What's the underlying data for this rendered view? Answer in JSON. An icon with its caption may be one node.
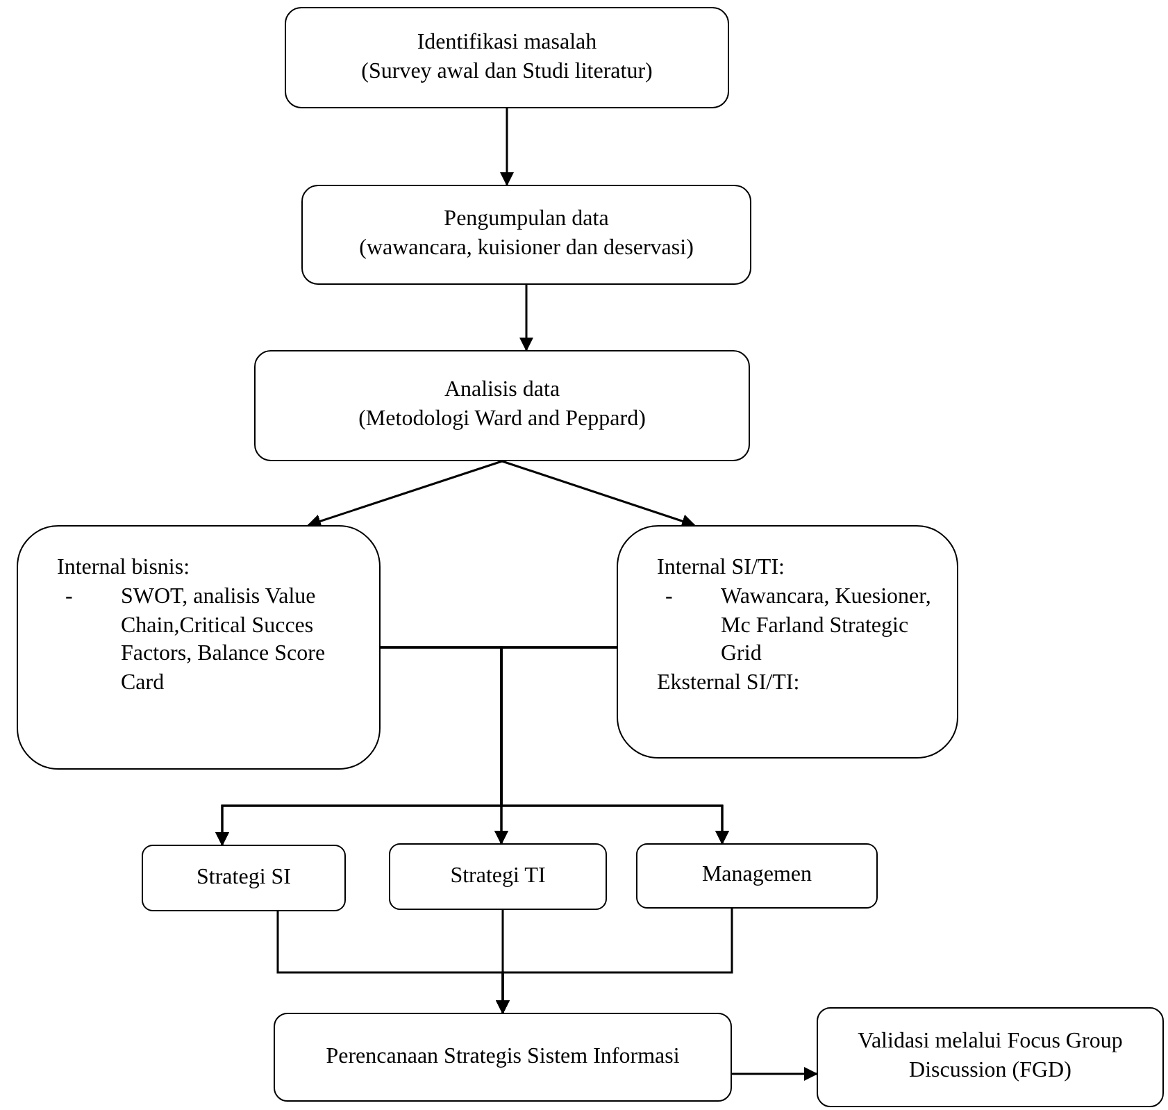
{
  "diagram": {
    "nodes": [
      {
        "text": [
          "Identifikasi masalah",
          "(Survey awal dan Studi literatur)"
        ]
      },
      {
        "text": [
          "Pengumpulan data",
          "(wawancara,  kuisioner dan deservasi)"
        ]
      },
      {
        "text": [
          "Analisis data",
          "(Metodologi Ward and Peppard)"
        ]
      },
      {
        "text": [
          "Internal bisnis:",
          "-",
          "SWOT, analisis Value Chain,Critical Succes Factors, Balance Score Card"
        ]
      },
      {
        "text": [
          "Internal SI/TI:",
          "-",
          "Wawancara, Kuesioner, Mc Farland Strategic Grid",
          "Eksternal SI/TI:"
        ]
      },
      {
        "text": [
          "Strategi SI"
        ]
      },
      {
        "text": [
          "Strategi TI"
        ]
      },
      {
        "text": [
          "Managemen"
        ]
      },
      {
        "text": [
          "Perencanaan Strategis Sistem Informasi"
        ]
      },
      {
        "text": [
          "Validasi melalui Focus Group Discussion (FGD)"
        ]
      }
    ],
    "edges": [
      {
        "from": 0,
        "to": 1,
        "arrow": "to"
      },
      {
        "from": 1,
        "to": 2,
        "arrow": "to"
      },
      {
        "from": 2,
        "to": 3,
        "arrow": "to"
      },
      {
        "from": 2,
        "to": 4,
        "arrow": "to"
      },
      {
        "from": 3,
        "to": 5,
        "arrow": "to"
      },
      {
        "from": 3,
        "to": 6,
        "arrow": "to"
      },
      {
        "from": 3,
        "to": 7,
        "arrow": "to"
      },
      {
        "from": 4,
        "to": 5,
        "arrow": "to"
      },
      {
        "from": 4,
        "to": 6,
        "arrow": "to"
      },
      {
        "from": 4,
        "to": 7,
        "arrow": "to"
      },
      {
        "from": 5,
        "to": 8,
        "arrow": "to"
      },
      {
        "from": 6,
        "to": 8,
        "arrow": "to"
      },
      {
        "from": 7,
        "to": 8,
        "arrow": "to"
      },
      {
        "from": 8,
        "to": 9,
        "arrow": "to"
      }
    ]
  }
}
